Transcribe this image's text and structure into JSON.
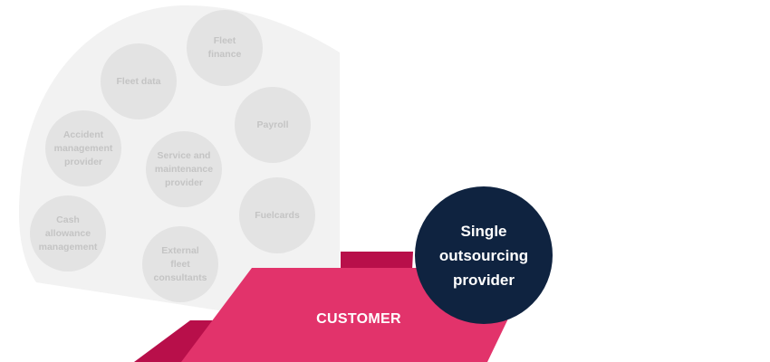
{
  "diagram": {
    "services": [
      {
        "id": "fleet-finance",
        "label": "Fleet\nfinance"
      },
      {
        "id": "fleet-data",
        "label": "Fleet data"
      },
      {
        "id": "payroll",
        "label": "Payroll"
      },
      {
        "id": "accident-management",
        "label": "Accident\nmanagement\nprovider"
      },
      {
        "id": "service-maintenance",
        "label": "Service and\nmaintenance\nprovider"
      },
      {
        "id": "fuelcards",
        "label": "Fuelcards"
      },
      {
        "id": "cash-allowance",
        "label": "Cash\nallowance\nmanagement"
      },
      {
        "id": "external-consultants",
        "label": "External\nfleet\nconsultants"
      }
    ],
    "customer_label": "CUSTOMER",
    "provider_label": "Single\noutsourcing\nprovider"
  },
  "colors": {
    "background_blob": "#f2f2f2",
    "bubble": "#e3e3e3",
    "bubble_text": "#c4c4c4",
    "customer_front": "#e2336b",
    "customer_back": "#b80f4a",
    "provider": "#0f2340",
    "provider_text": "#ffffff"
  }
}
